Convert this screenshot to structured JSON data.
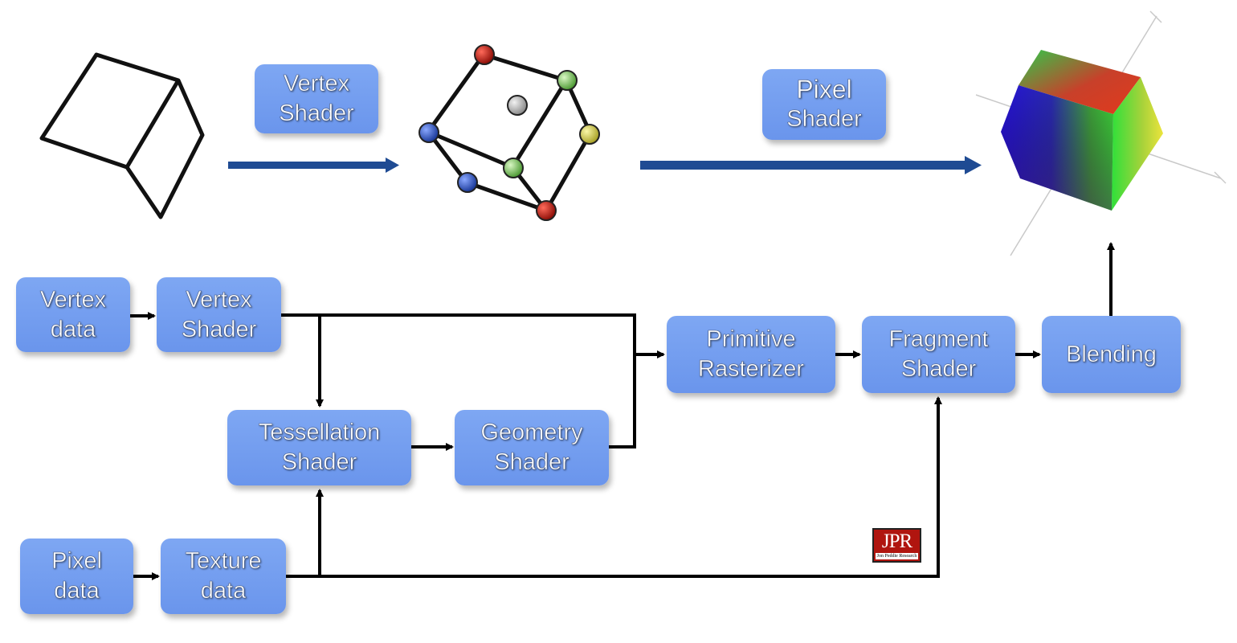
{
  "top_row": {
    "vertex_shader_label": [
      "Vertex",
      "Shader"
    ],
    "pixel_shader_label": [
      "Pixel",
      "Shader"
    ]
  },
  "pipeline": {
    "vertex_data": [
      "Vertex",
      "data"
    ],
    "vertex_shader": [
      "Vertex",
      "Shader"
    ],
    "tessellation_shader": [
      "Tessellation",
      "Shader"
    ],
    "geometry_shader": [
      "Geometry",
      "Shader"
    ],
    "primitive_rasterizer": [
      "Primitive",
      "Rasterizer"
    ],
    "fragment_shader": [
      "Fragment",
      "Shader"
    ],
    "blending": "Blending",
    "pixel_data": [
      "Pixel",
      "data"
    ],
    "texture_data": [
      "Texture",
      "data"
    ]
  },
  "logo": {
    "text": "JPR",
    "subtext": "Jon Peddie Research"
  },
  "colors": {
    "box_fill": "#7ea7f3",
    "flow_arrow": "#1f4b93",
    "connector": "#000000",
    "vertex_red": "#b01c14",
    "vertex_green": "#8fce6a",
    "vertex_blue": "#2f57c4",
    "vertex_yellow": "#d8d24a",
    "vertex_gray": "#b8b8b8"
  }
}
